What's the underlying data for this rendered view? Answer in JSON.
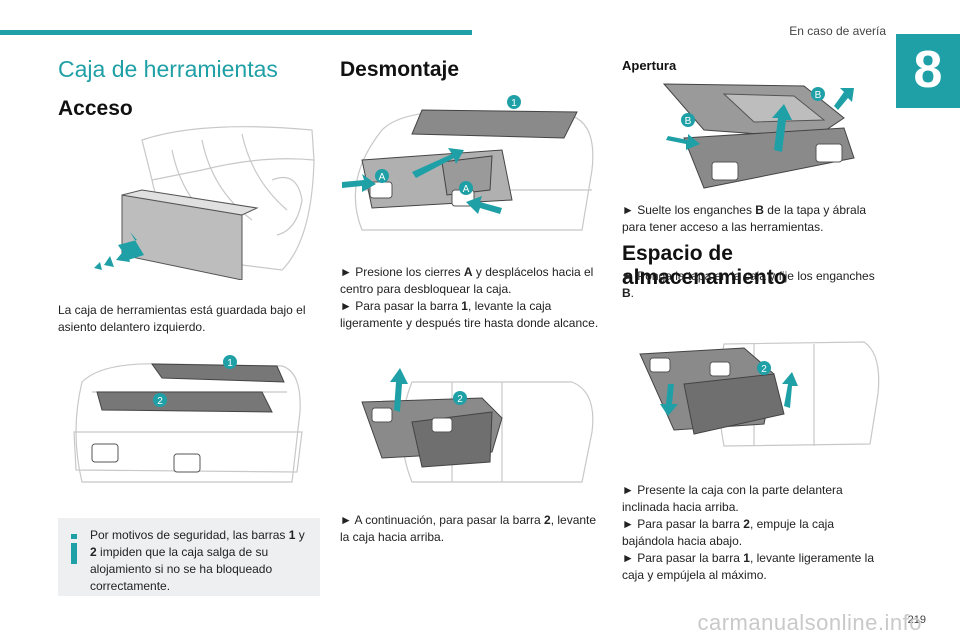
{
  "header": {
    "section_title": "En caso de avería",
    "chapter_number": "8"
  },
  "col1": {
    "title": "Caja de herramientas",
    "acceso_heading": "Acceso",
    "acceso_text": "La caja de herramientas está guardada bajo el asiento delantero izquierdo.",
    "note": {
      "pre": "Por motivos de seguridad, las barras ",
      "b1": "1",
      "mid1": " y ",
      "b2": "2",
      "post": " impiden que la caja salga de su alojamiento si no se ha bloqueado correctamente."
    }
  },
  "col2": {
    "heading": "Desmontaje",
    "step1_pre": "► Presione los cierres ",
    "step1_b": "A",
    "step1_post": " y desplácelos hacia el centro para desbloquear la caja.",
    "step2_pre": "► Para pasar la barra ",
    "step2_b": "1",
    "step2_post": ", levante la caja ligeramente y después tire hasta donde alcance.",
    "step3_pre": "► A continuación, para pasar la barra ",
    "step3_b": "2",
    "step3_post": ", levante la caja hacia arriba."
  },
  "col3": {
    "apertura_heading": "Apertura",
    "apertura_pre": "► Suelte los enganches ",
    "apertura_b": "B",
    "apertura_post": " de la tapa y ábrala para tener acceso a las herramientas.",
    "espacio_heading": "Espacio de almacenamiento",
    "espacio_pre": "► Ponga la tapa en la caja y fije los enganches ",
    "espacio_b": "B",
    "espacio_post": ".",
    "s1": "► Presente la caja con la parte delantera inclinada hacia arriba.",
    "s2_pre": "► Para pasar la barra ",
    "s2_b": "2",
    "s2_post": ", empuje la caja bajándola hacia abajo.",
    "s3_pre": "► Para pasar la barra ",
    "s3_b": "1",
    "s3_post": ", levante ligeramente la caja y empújela al máximo."
  },
  "callouts": {
    "one": "1",
    "two": "2",
    "a": "A",
    "b": "B"
  },
  "footer": {
    "page_number": "219",
    "watermark": "carmanualsonline.info"
  },
  "colors": {
    "accent": "#1fa0a6",
    "note_bg": "#edeff1",
    "text": "#222222"
  }
}
